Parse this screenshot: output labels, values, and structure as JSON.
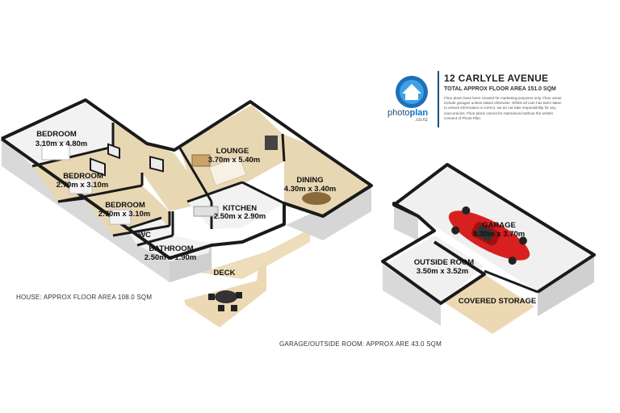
{
  "header": {
    "address": "12 CARLYLE AVENUE",
    "total_area": "TOTAL APPROX FLOOR AREA 151.0 SQM",
    "disclaimer": "Floor plans have been created for marketing purposes only. Floor areas include garages unless stated otherwise. Whilst all care has been taken to ensure information is correct, we do not take responsibility for any inaccuracies. Floor plans cannot be reproduced without the written consent of Photo Plan."
  },
  "logo": {
    "brand_a": "photo",
    "brand_b": "plan",
    "domain": ".co.nz"
  },
  "notes": {
    "house_area": "HOUSE: APPROX FLOOR AREA 108.0 SQM",
    "garage_area": "GARAGE/OUTSIDE ROOM: APPROX ARE 43.0 SQM"
  },
  "rooms": {
    "bedroom1": {
      "name": "BEDROOM",
      "size": "3.10m x 4.80m"
    },
    "bedroom2": {
      "name": "BEDROOM",
      "size": "2.70m x 3.10m"
    },
    "bedroom3": {
      "name": "BEDROOM",
      "size": "2.70m x 3.10m"
    },
    "lounge": {
      "name": "LOUNGE",
      "size": "3.70m x 5.40m"
    },
    "dining": {
      "name": "DINING",
      "size": "4.30m x 3.40m"
    },
    "kitchen": {
      "name": "KITCHEN",
      "size": "2.50m x 2.90m"
    },
    "wc": {
      "name": "WC"
    },
    "bathroom": {
      "name": "BATHROOM",
      "size": "2.50m x 1.90m"
    },
    "deck": {
      "name": "DECK"
    },
    "garage": {
      "name": "GARAGE",
      "size": "8.30m x 3.70m"
    },
    "outside_room": {
      "name": "OUTSIDE ROOM",
      "size": "3.50m x 3.52m"
    },
    "covered_storage": {
      "name": "COVERED STORAGE"
    }
  },
  "colors": {
    "wall_top": "#1a1a1a",
    "wall_side": "#d9d9d9",
    "floor_wood": "#e8d7b3",
    "floor_tile": "#f2f2f2",
    "deck": "#ecd9b3",
    "car": "#d92020",
    "brand_blue": "#0b74c6"
  }
}
